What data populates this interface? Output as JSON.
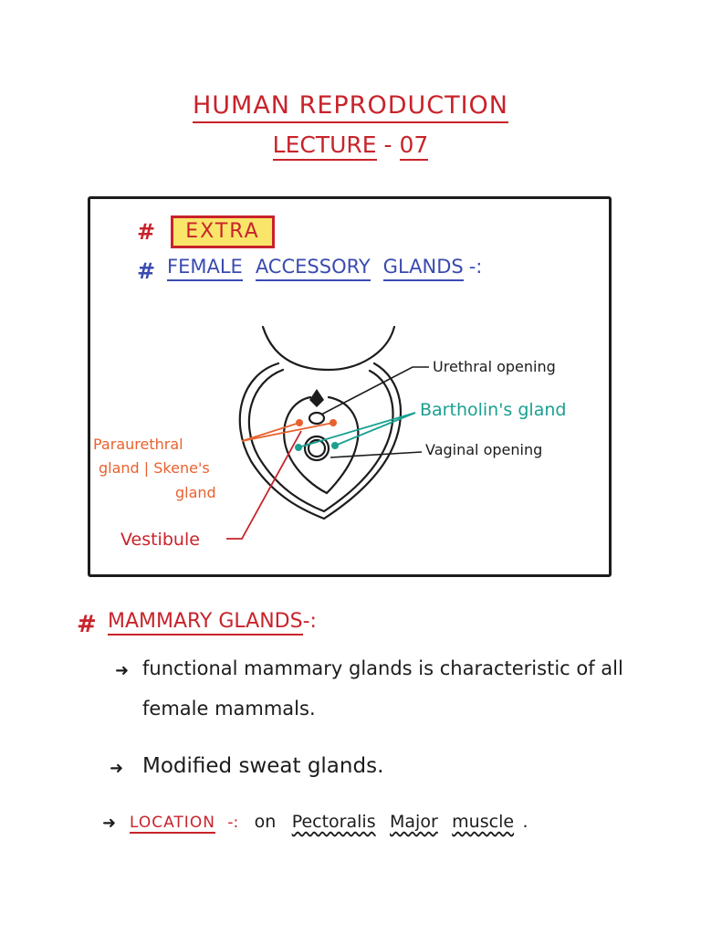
{
  "header": {
    "title": "HUMAN REPRODUCTION",
    "lecture_word": "LECTURE",
    "lecture_sep": "-",
    "lecture_num": "07"
  },
  "extra_section": {
    "hash": "#",
    "extra_label": "EXTRA",
    "heading_words": [
      "FEMALE",
      "ACCESSORY",
      "GLANDS"
    ],
    "heading_suffix": "-:"
  },
  "diagram": {
    "labels": {
      "urethral_opening": "Urethral opening",
      "bartholins_gland": "Bartholin's gland",
      "vaginal_opening": "Vaginal opening",
      "paraurethral_line1": "Paraurethral",
      "paraurethral_line2": "gland | Skene's",
      "paraurethral_line3": "gland",
      "vestibule": "Vestibule"
    },
    "colors": {
      "outline": "#1c1c1c",
      "paraurethral": "#e8622e",
      "bartholin": "#1aa090",
      "vestibule": "#c8232b"
    }
  },
  "mammary": {
    "hash": "#",
    "heading": "MAMMARY GLANDS",
    "heading_suffix": "-:",
    "arrow": "➜",
    "point1_line1": "functional mammary glands is characteristic of all",
    "point1_line2": "female mammals.",
    "point2": "Modified sweat glands.",
    "location_label": "LOCATION",
    "location_sep": "-:",
    "location_on": "on",
    "location_muscle1": "Pectoralis",
    "location_muscle2": "Major",
    "location_muscle3": "muscle",
    "location_end": "."
  }
}
